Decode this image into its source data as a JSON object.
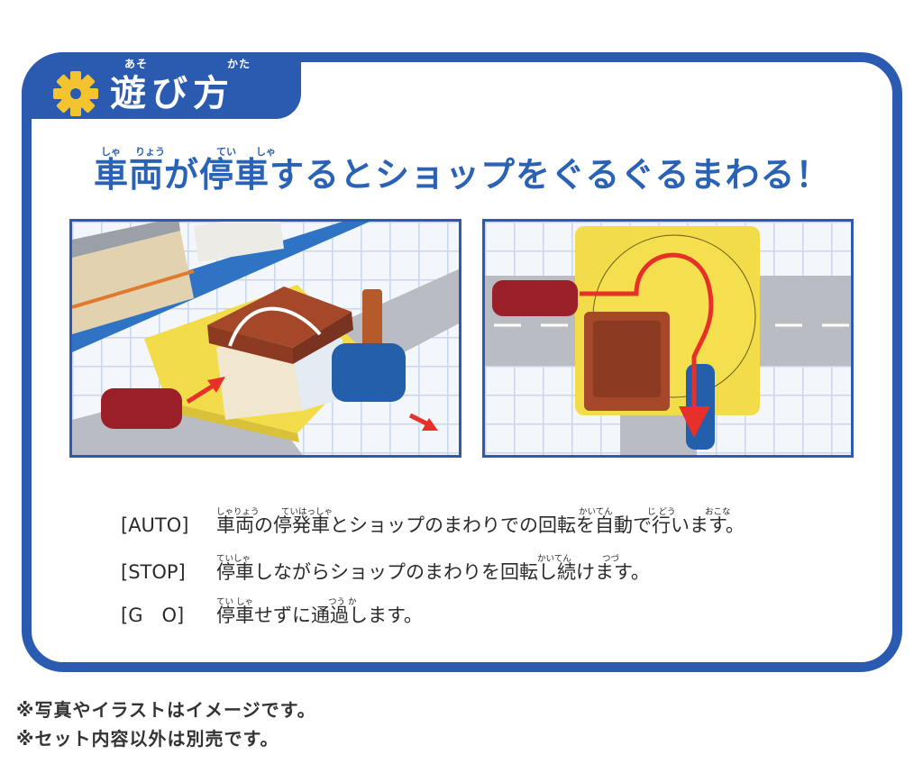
{
  "header": {
    "icon": "gear-icon",
    "title": "遊び方",
    "ruby": [
      "あそ",
      "かた"
    ]
  },
  "headline": {
    "text": "車両が停車するとショップをぐるぐるまわる！",
    "ruby": [
      "しゃ",
      "りょう",
      "てい",
      "しゃ"
    ]
  },
  "photos": [
    {
      "alt": "Train set with rotating shop, red car arriving and blue car leaving"
    },
    {
      "alt": "Top view of rotating shop with red arrow path from red car to blue car"
    }
  ],
  "colors": {
    "frame": "#2a5bb0",
    "gear": "#f4c430",
    "headline": "#2a62b6",
    "arrow": "#e8302a"
  },
  "instructions": [
    {
      "label": "[AUTO]",
      "text": "車両の停発車とショップのまわりでの回転を自動で行います。",
      "ruby": [
        "しゃりょう",
        "ていはっしゃ",
        "かいてん",
        "じ どう",
        "おこな"
      ]
    },
    {
      "label": "[STOP]",
      "text": "停車しながらショップのまわりを回転し続けます。",
      "ruby": [
        "ていしゃ",
        "かいてん",
        "つづ"
      ]
    },
    {
      "label": "[G　O]",
      "text": "停車せずに通過します。",
      "ruby": [
        "てい しゃ",
        "つう か"
      ]
    }
  ],
  "notes": [
    "※写真やイラストはイメージです。",
    "※セット内容以外は別売です。"
  ]
}
